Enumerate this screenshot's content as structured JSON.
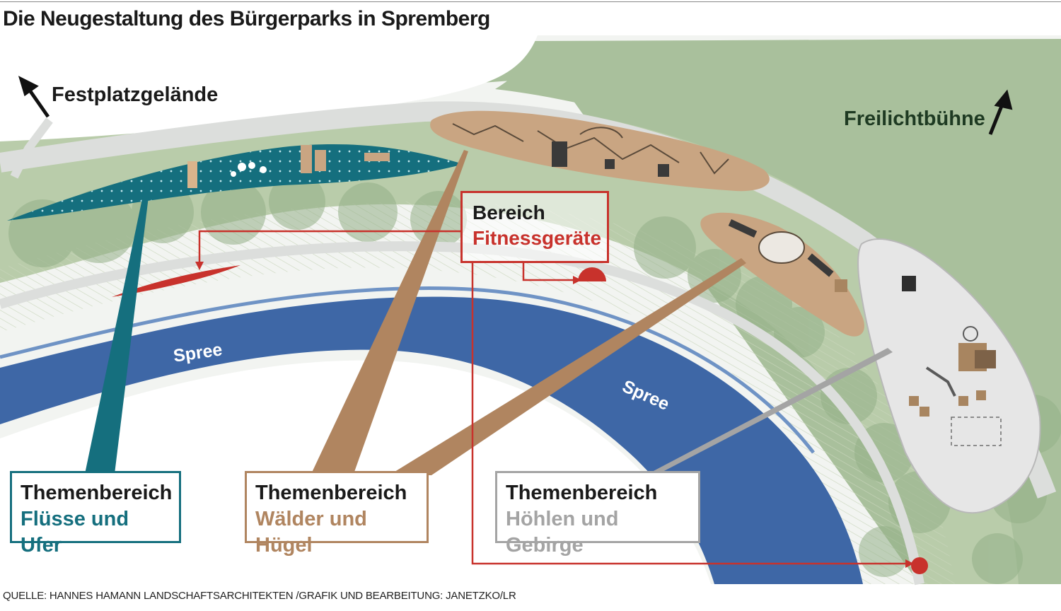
{
  "title": "Die Neugestaltung des Bürgerparks in Spremberg",
  "source": "QUELLE: HANNES HAMANN LANDSCHAFTSARCHITEKTEN /GRAFIK UND BEARBEITUNG: JANETZKO/LR",
  "directions": {
    "festplatz": "Festplatzgelände",
    "freilicht": "Freilichtbühne"
  },
  "river": {
    "label_left": "Spree",
    "label_right": "Spree"
  },
  "fitness": {
    "line1": "Bereich",
    "line2": "Fitnessgeräte"
  },
  "themes": [
    {
      "line1": "Themenbereich",
      "line2": "Flüsse und Ufer",
      "color": "#156f7e"
    },
    {
      "line1": "Themenbereich",
      "line2": "Wälder und Hügel",
      "color": "#b08560"
    },
    {
      "line1": "Themenbereich",
      "line2": "Höhlen und Gebirge",
      "color": "#a4a4a4"
    }
  ],
  "colors": {
    "meadow": "#a9c09c",
    "river": "#3e67a6",
    "teal": "#156f7e",
    "sand": "#c9a582",
    "path": "#d9dcd9",
    "accent_red": "#c8322c"
  }
}
